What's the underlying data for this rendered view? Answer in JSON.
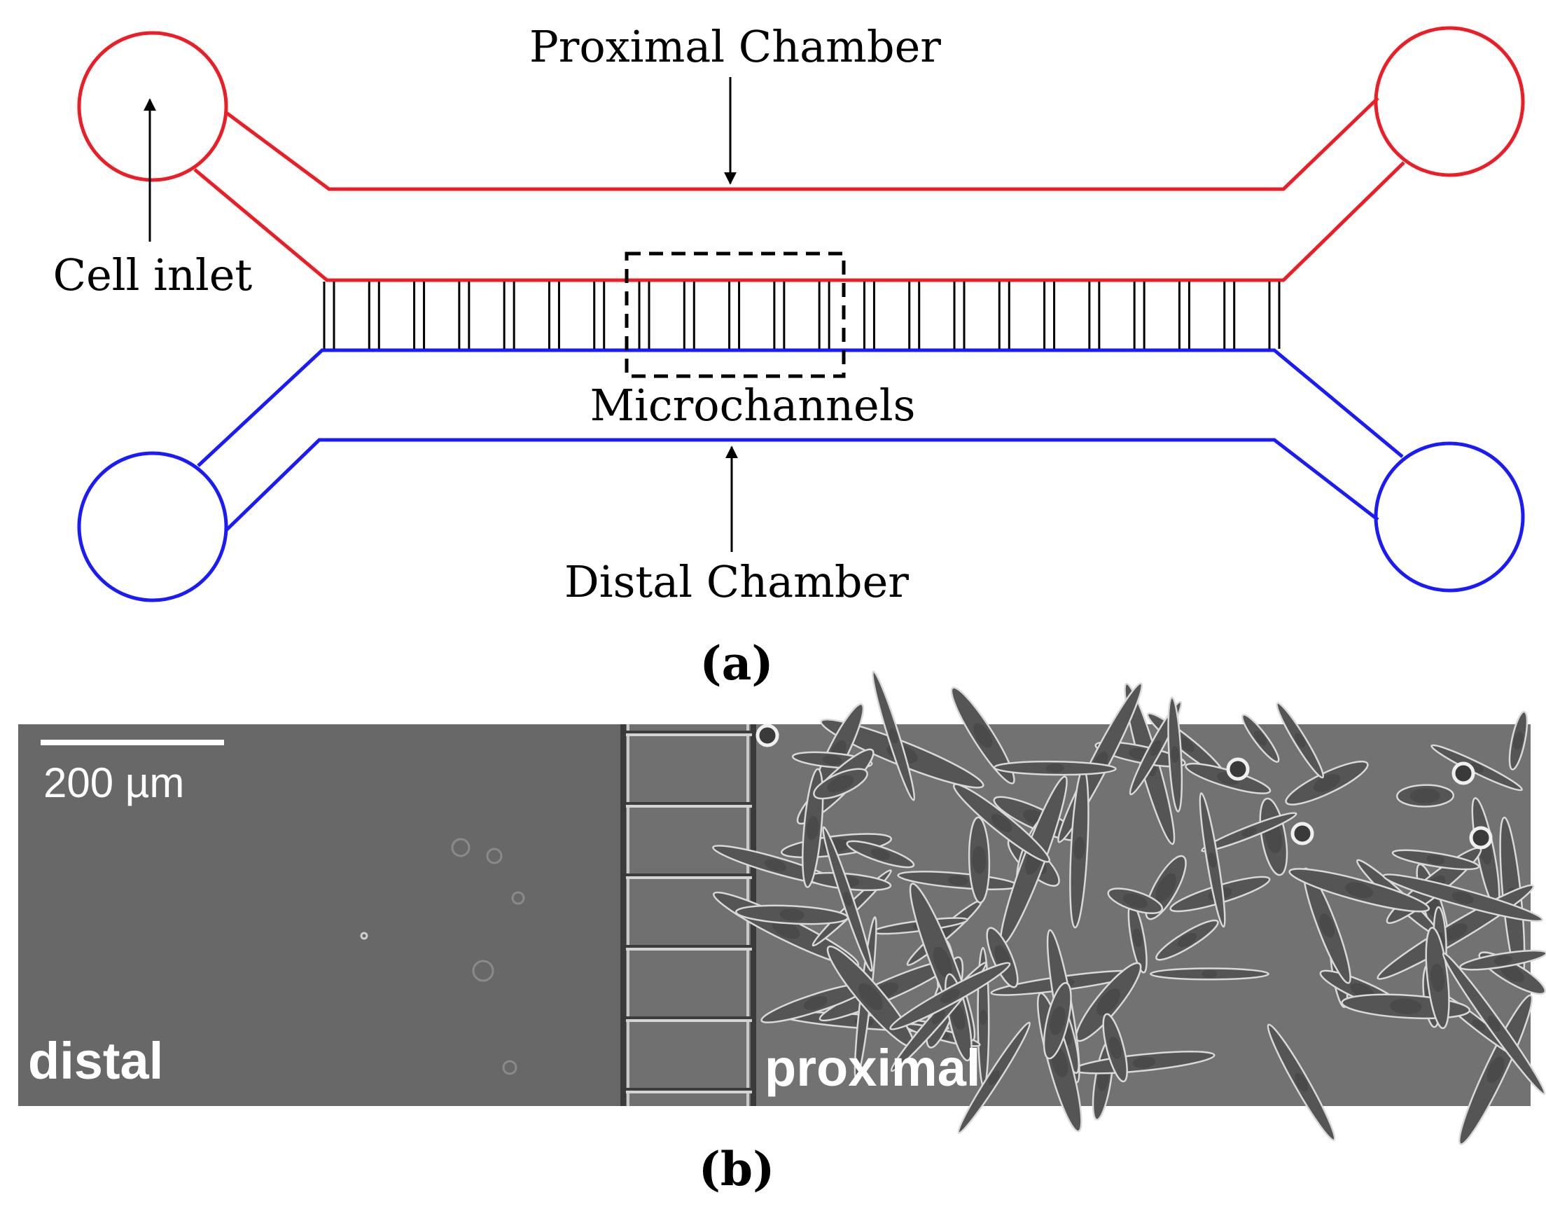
{
  "panel_a": {
    "label": "(a)",
    "labels": {
      "proximal_chamber": "Proximal Chamber",
      "cell_inlet": "Cell inlet",
      "microchannels": "Microchannels",
      "distal_chamber": "Distal Chamber"
    },
    "colors": {
      "proximal": "#ee1c25",
      "distal": "#1a1aff",
      "channels": "#000000"
    }
  },
  "panel_b": {
    "label": "(b)",
    "scale_bar": "200 µm",
    "distal_label": "distal",
    "proximal_label": "proximal"
  }
}
